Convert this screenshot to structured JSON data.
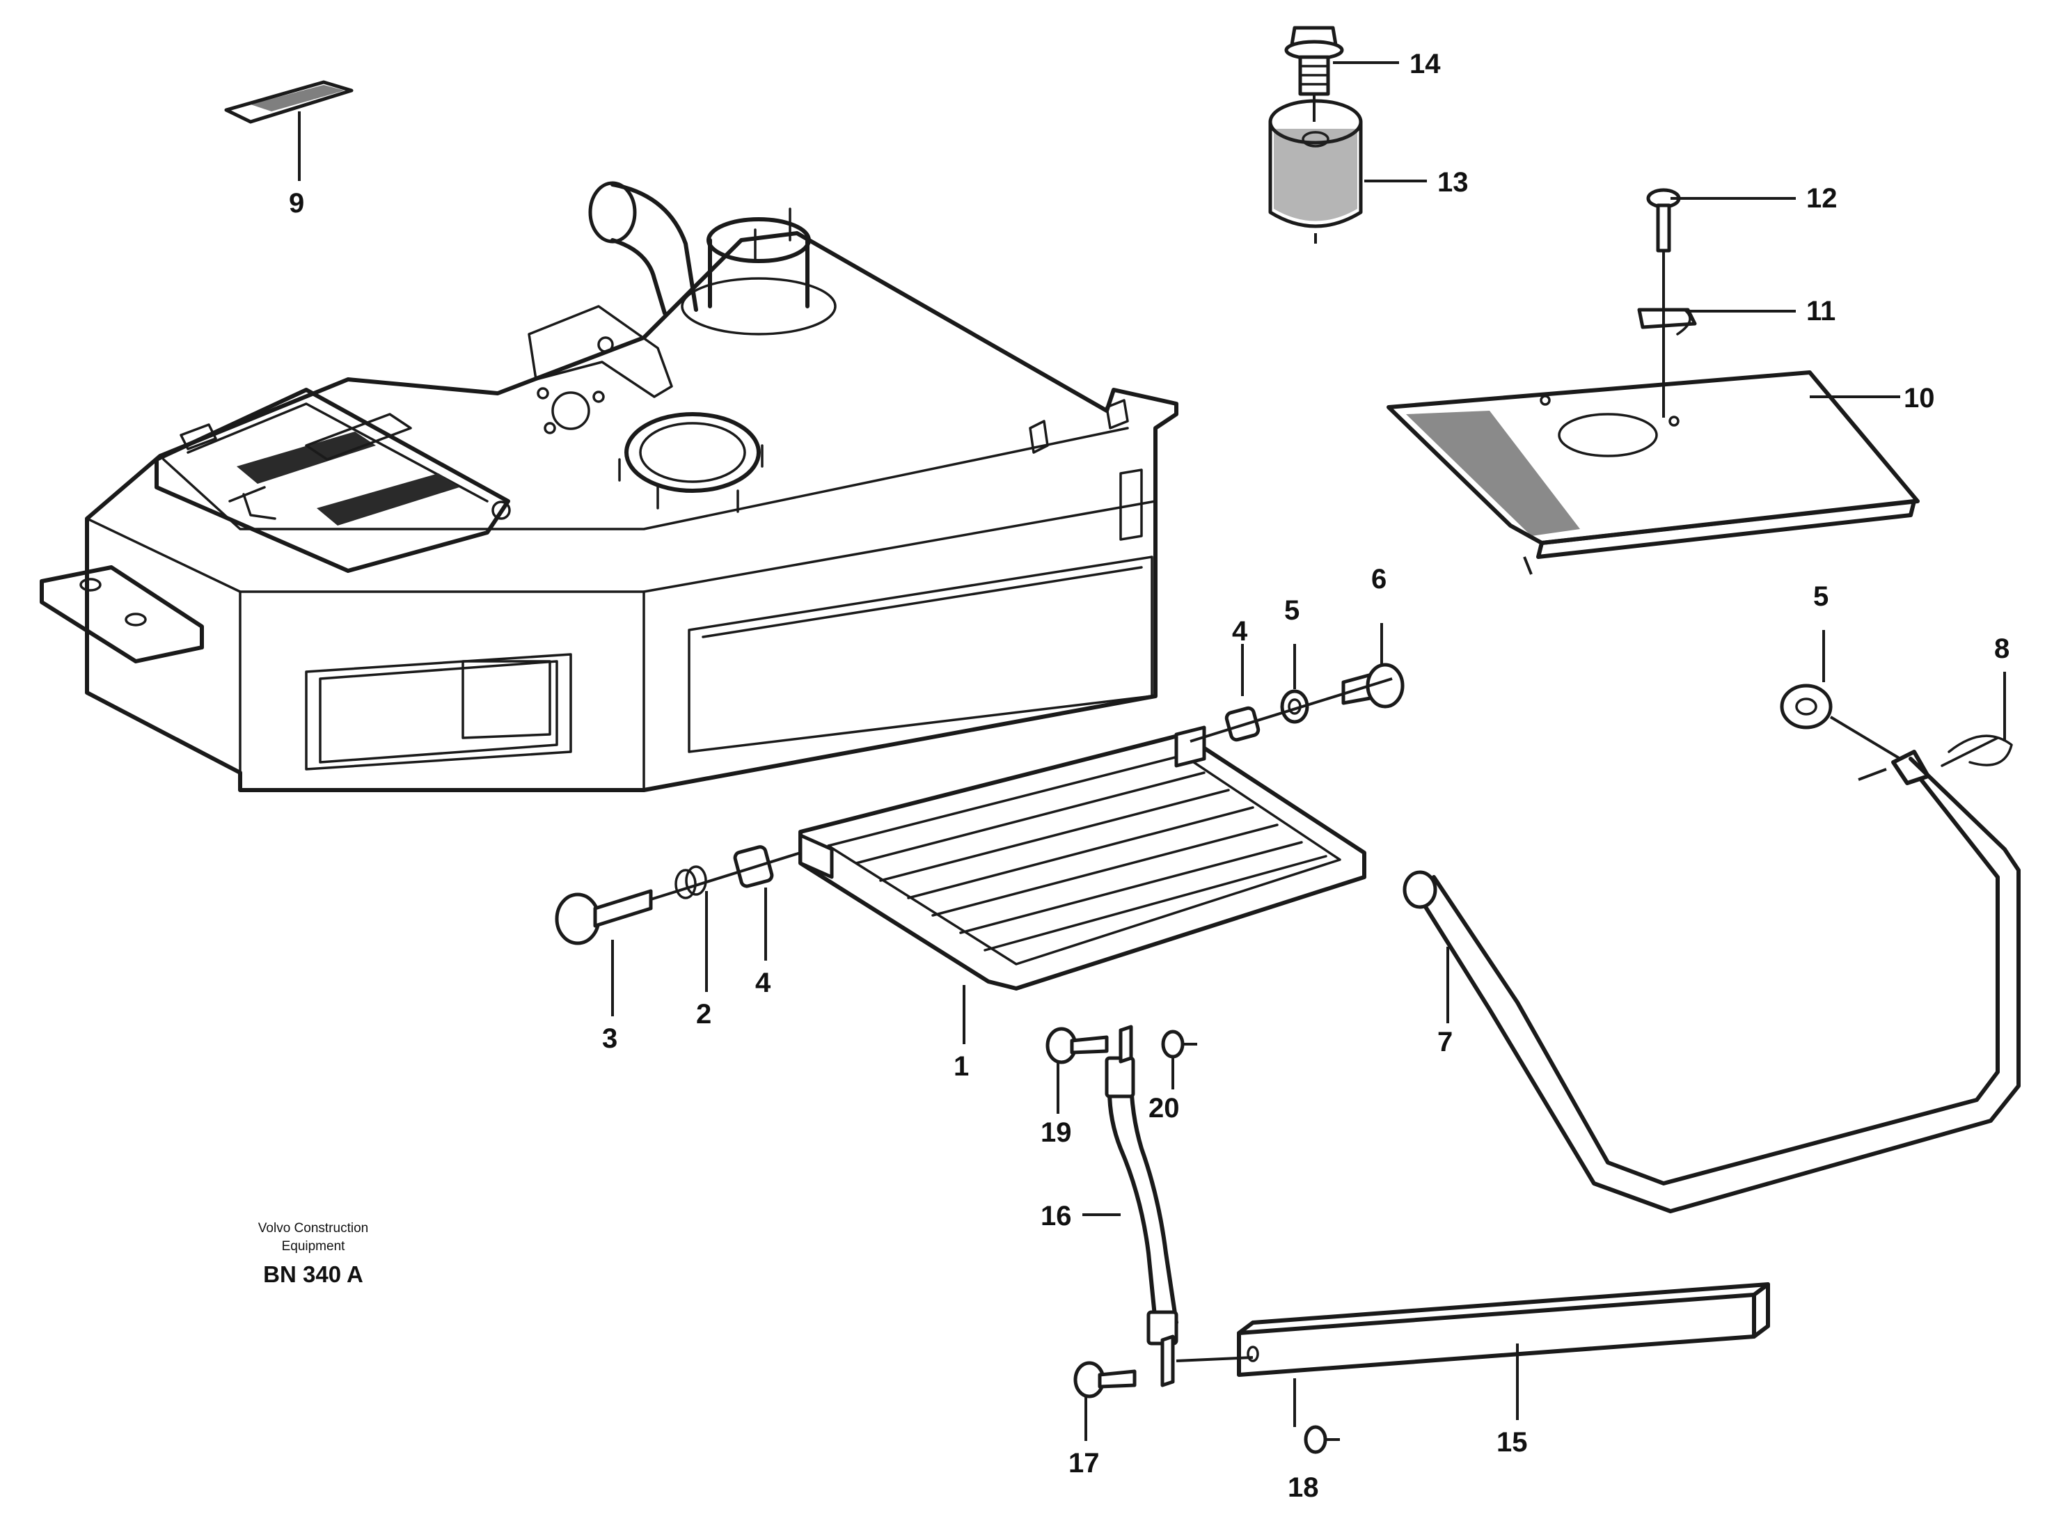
{
  "callouts": [
    "1",
    "2",
    "3",
    "4",
    "4",
    "5",
    "5",
    "6",
    "7",
    "8",
    "9",
    "10",
    "11",
    "12",
    "13",
    "14",
    "15",
    "16",
    "17",
    "18",
    "19",
    "20"
  ],
  "brand": {
    "line1": "Volvo Construction",
    "line2": "Equipment",
    "code": "BN 340 A"
  }
}
